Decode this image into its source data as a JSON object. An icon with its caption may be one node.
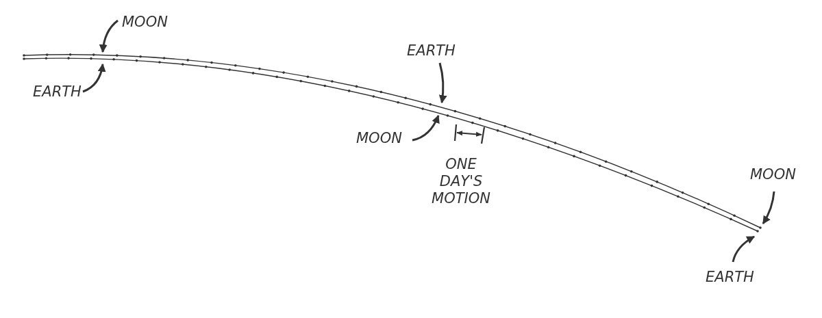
{
  "diagram": {
    "nodes": [
      {
        "text": [
          "MOON"
        ]
      },
      {
        "text": [
          "EARTH"
        ]
      },
      {
        "text": [
          "EARTH"
        ]
      },
      {
        "text": [
          "MOON"
        ]
      },
      {
        "text": [
          "MOON"
        ]
      },
      {
        "text": [
          "EARTH"
        ]
      }
    ],
    "edges": [
      {
        "from": 0,
        "to": null,
        "arrow": "to"
      },
      {
        "from": 1,
        "to": null,
        "arrow": "to"
      },
      {
        "from": 2,
        "to": null,
        "arrow": "to"
      },
      {
        "from": 3,
        "to": null,
        "arrow": "to"
      },
      {
        "from": 4,
        "to": null,
        "arrow": "to"
      },
      {
        "from": 5,
        "to": null,
        "arrow": "to"
      }
    ],
    "labels": [
      "ONE DAY'S MOTION"
    ]
  }
}
